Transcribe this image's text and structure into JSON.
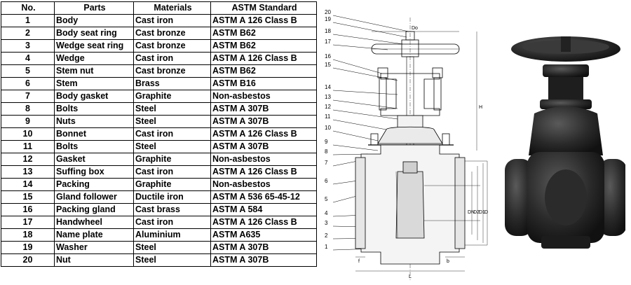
{
  "table": {
    "headers": [
      "No.",
      "Parts",
      "Materials",
      "ASTM Standard"
    ],
    "rows": [
      [
        "1",
        "Body",
        "Cast iron",
        "ASTM A 126 Class B"
      ],
      [
        "2",
        "Body seat ring",
        "Cast bronze",
        "ASTM B62"
      ],
      [
        "3",
        "Wedge seat ring",
        "Cast bronze",
        "ASTM B62"
      ],
      [
        "4",
        "Wedge",
        "Cast iron",
        "ASTM A 126 Class B"
      ],
      [
        "5",
        "Stem nut",
        "Cast bronze",
        "ASTM B62"
      ],
      [
        "6",
        "Stem",
        "Brass",
        "ASTM B16"
      ],
      [
        "7",
        "Body gasket",
        "Graphite",
        "Non-asbestos"
      ],
      [
        "8",
        "Bolts",
        "Steel",
        "ASTM A 307B"
      ],
      [
        "9",
        "Nuts",
        "Steel",
        "ASTM A 307B"
      ],
      [
        "10",
        "Bonnet",
        "Cast iron",
        "ASTM A 126 Class B"
      ],
      [
        "11",
        "Bolts",
        "Steel",
        "ASTM A 307B"
      ],
      [
        "12",
        "Gasket",
        "Graphite",
        "Non-asbestos"
      ],
      [
        "13",
        "Suffing box",
        "Cast iron",
        "ASTM A 126 Class B"
      ],
      [
        "14",
        "Packing",
        "Graphite",
        "Non-asbestos"
      ],
      [
        "15",
        "Gland follower",
        "Ductile iron",
        "ASTM A 536 65-45-12"
      ],
      [
        "16",
        "Packing gland",
        "Cast brass",
        "ASTM A 584"
      ],
      [
        "17",
        "Handwheel",
        "Cast iron",
        "ASTM A 126 Class B"
      ],
      [
        "18",
        "Name plate",
        "Aluminium",
        "ASTM A635"
      ],
      [
        "19",
        "Washer",
        "Steel",
        "ASTM A 307B"
      ],
      [
        "20",
        "Nut",
        "Steel",
        "ASTM A 307B"
      ]
    ]
  },
  "drawing": {
    "callouts": [
      "20",
      "19",
      "18",
      "17",
      "16",
      "15",
      "14",
      "13",
      "12",
      "11",
      "10",
      "9",
      "8",
      "7",
      "6",
      "5",
      "4",
      "3",
      "2",
      "1"
    ],
    "dimension_labels": {
      "do": "Do",
      "h": "H",
      "dn": "DN",
      "d2": "D2",
      "d1": "D1",
      "d": "D",
      "f": "f",
      "b": "b",
      "l": "L"
    }
  },
  "photo": {
    "icon": "gate-valve-photo-icon"
  }
}
